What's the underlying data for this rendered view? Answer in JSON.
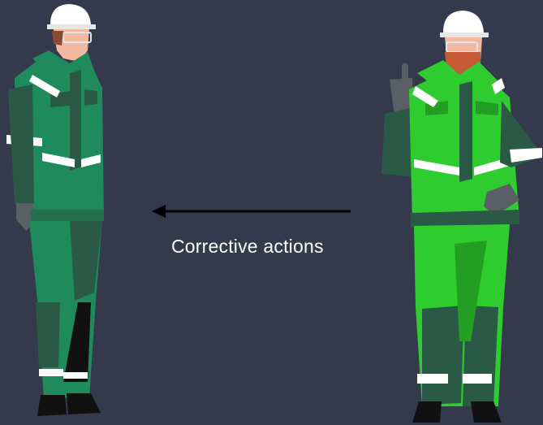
{
  "scene": {
    "caption": "Corrective actions",
    "colors": {
      "background": "#343a4b",
      "left_suit": "#1f8a5b",
      "right_suit_bright": "#2ecc2e",
      "dark_green": "#2a5a45",
      "reflective_stripe": "#ffffff",
      "helmet": "#ffffff",
      "boots": "#111111",
      "arrow": "#000000"
    },
    "figures": [
      {
        "id": "left-worker",
        "icon": "worker-in-hardhat-standing-icon"
      },
      {
        "id": "right-worker",
        "icon": "worker-in-hardhat-pointing-up-icon"
      }
    ],
    "arrow_direction": "right-to-left"
  }
}
